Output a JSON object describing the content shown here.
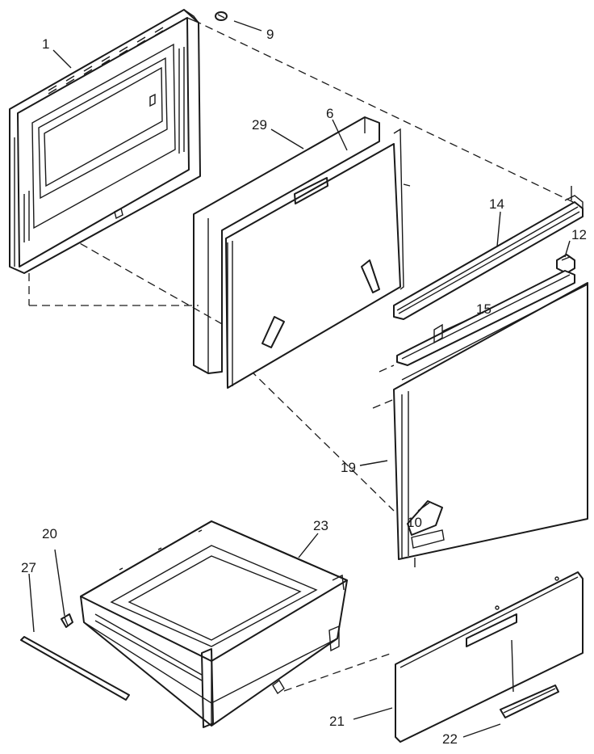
{
  "diagram": {
    "callouts": [
      {
        "id": "c1",
        "label": "1"
      },
      {
        "id": "c9",
        "label": "9"
      },
      {
        "id": "c29",
        "label": "29"
      },
      {
        "id": "c6",
        "label": "6"
      },
      {
        "id": "c14",
        "label": "14"
      },
      {
        "id": "c12",
        "label": "12"
      },
      {
        "id": "c15",
        "label": "15"
      },
      {
        "id": "c19",
        "label": "19"
      },
      {
        "id": "c10",
        "label": "10"
      },
      {
        "id": "c20",
        "label": "20"
      },
      {
        "id": "c27",
        "label": "27"
      },
      {
        "id": "c23",
        "label": "23"
      },
      {
        "id": "c21",
        "label": "21"
      },
      {
        "id": "c22",
        "label": "22"
      }
    ]
  }
}
